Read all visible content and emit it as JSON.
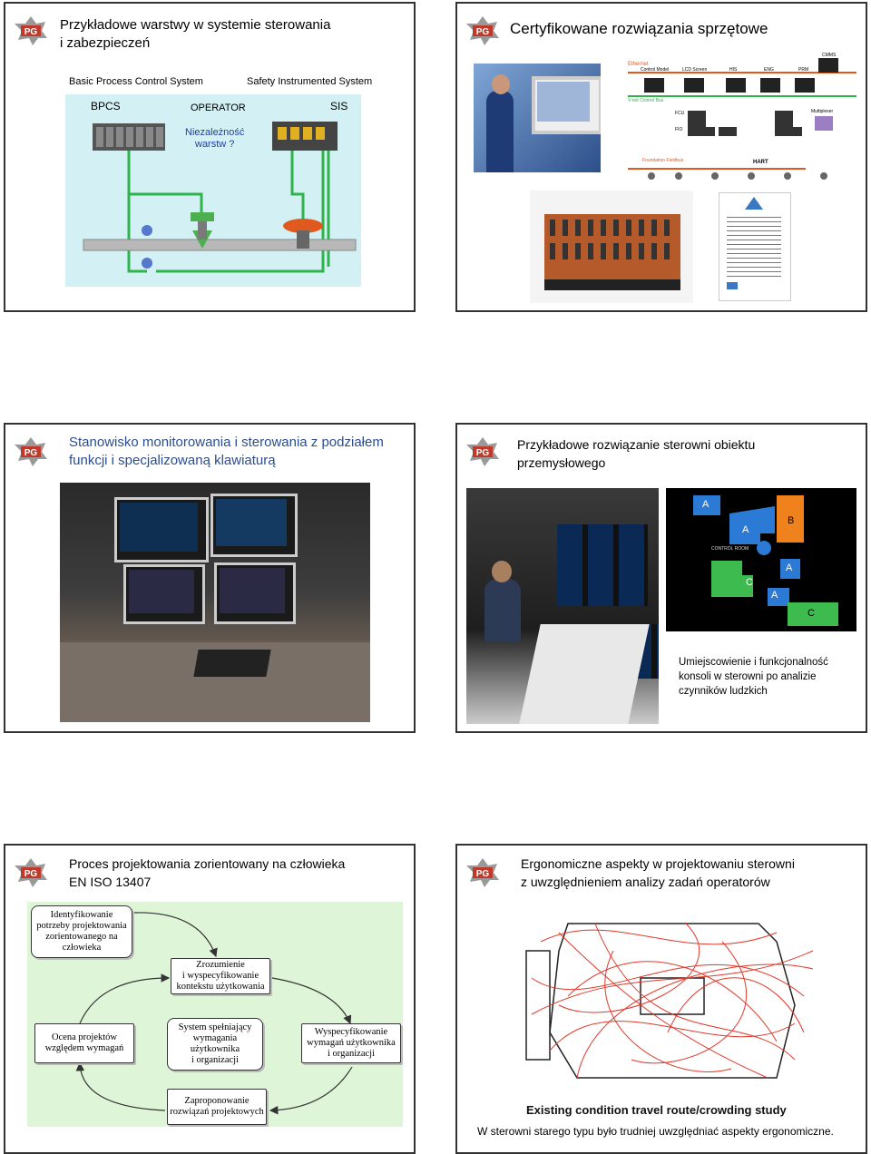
{
  "slides": {
    "s1": {
      "title_line1": "Przykładowe warstwy w systemie sterowania",
      "title_line2": "i zabezpieczeń",
      "bpcs_caption": "Basic Process Control System",
      "sis_caption": "Safety Instrumented System",
      "bpcs_label": "BPCS",
      "operator_label": "OPERATOR",
      "sis_label": "SIS",
      "question_line1": "Niezależność",
      "question_line2": "warstw ?"
    },
    "s2": {
      "title": "Certyfikowane rozwiązania sprzętowe",
      "net": {
        "ethernet": "Ethernet",
        "control_model": "Control Model",
        "lcd_screen": "LCD Screen",
        "his": "HIS",
        "eng": "ENG",
        "prm": "PRM",
        "cmms": "CMMS",
        "vnet": "V-net Control Bus",
        "fcu": "FCU",
        "fio": "FIO",
        "multiplexer": "Multiplexer",
        "foundation": "Foundation Fieldbus",
        "hart": "HART"
      }
    },
    "s3": {
      "title_line1": "Stanowisko monitorowania i sterowania z podziałem",
      "title_line2": "funkcji i specjalizowaną klawiaturą"
    },
    "s4": {
      "title_line1": "Przykładowe rozwiązanie sterowni obiektu",
      "title_line2": "przemysłowego",
      "plan_labels": {
        "a": "A",
        "b": "B",
        "c": "C",
        "control_room": "CONTROL ROOM"
      },
      "caption_line1": "Umiejscowienie i funkcjonalność",
      "caption_line2": "konsoli w sterowni po analizie",
      "caption_line3": "czynników ludzkich"
    },
    "s5": {
      "title_line1": "Proces projektowania zorientowany na człowieka",
      "title_line2": "EN ISO 13407",
      "box1": [
        "Identyfikowanie",
        "potrzeby projektowania",
        "zorientowanego na",
        "człowieka"
      ],
      "box2": [
        "Zrozumienie",
        "i wyspecyfikowanie",
        "kontekstu użytkowania"
      ],
      "box3": [
        "Ocena projektów",
        "względem wymagań"
      ],
      "box4": [
        "System spełniający",
        "wymagania",
        "użytkownika",
        "i organizacji"
      ],
      "box5": [
        "Wyspecyfikowanie",
        "wymagań użytkownika",
        "i organizacji"
      ],
      "box6": [
        "Zaproponowanie",
        "rozwiązań projektowych"
      ]
    },
    "s6": {
      "title_line1": "Ergonomiczne aspekty w projektowaniu sterowni",
      "title_line2": "z uwzględnieniem analizy zadań operatorów",
      "study_label": "Existing condition travel route/crowding study",
      "caption": "W sterowni starego typu było trudniej uwzględniać aspekty ergonomiczne."
    }
  },
  "colors": {
    "title_blue": "#2a4d8f",
    "question_blue": "#1f3fa3",
    "pipe_green": "#2fb34a",
    "flow_bg": "#dff5d8",
    "plan_blue": "#2b7bd6",
    "plan_orange": "#f0821e",
    "plan_green": "#3dbb4e",
    "route_red": "#e0392b"
  }
}
